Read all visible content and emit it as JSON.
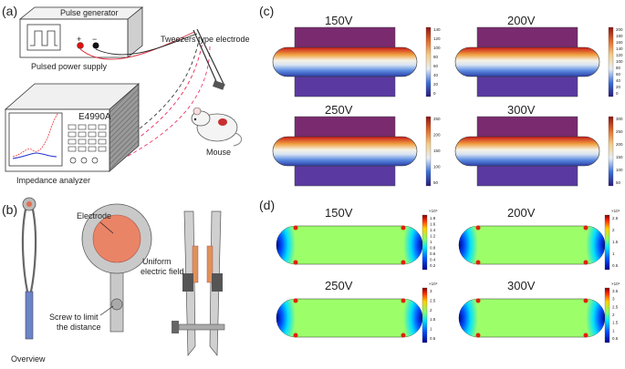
{
  "panels": {
    "a": "(a)",
    "b": "(b)",
    "c": "(c)",
    "d": "(d)"
  },
  "a": {
    "pulse_generator": "Pulse generator",
    "plus": "+",
    "minus": "−",
    "pulsed_power_supply": "Pulsed power supply",
    "tweezers": "Tweezers type electrode",
    "model": "E4990A",
    "impedance_analyzer": "Impedance analyzer",
    "mouse": "Mouse"
  },
  "b": {
    "electrode": "Electrode",
    "screw": "Screw to limit",
    "screw2": "the distance",
    "uniform1": "Uniform",
    "uniform2": "electric field",
    "overview": "Overview"
  },
  "c": {
    "voltages": [
      "150V",
      "200V",
      "250V",
      "300V"
    ],
    "colorbars": [
      {
        "ticks": [
          "140",
          "120",
          "100",
          "80",
          "60",
          "40",
          "20",
          "0"
        ]
      },
      {
        "ticks": [
          "200",
          "180",
          "160",
          "140",
          "120",
          "100",
          "80",
          "60",
          "40",
          "20",
          "0"
        ]
      },
      {
        "ticks": [
          "250",
          "200",
          "150",
          "100",
          "50"
        ]
      },
      {
        "ticks": [
          "300",
          "250",
          "200",
          "150",
          "100",
          "50"
        ]
      }
    ]
  },
  "d": {
    "voltages": [
      "150V",
      "200V",
      "250V",
      "300V"
    ],
    "colorbars": [
      {
        "exp": "×10⁴",
        "ticks": [
          "1.8",
          "1.6",
          "1.4",
          "1.2",
          "1",
          "0.8",
          "0.6",
          "0.4",
          "0.2"
        ]
      },
      {
        "exp": "×10⁴",
        "ticks": [
          "2.5",
          "2",
          "1.5",
          "1",
          "0.5"
        ]
      },
      {
        "exp": "×10⁴",
        "ticks": [
          "3",
          "2.5",
          "2",
          "1.5",
          "1",
          "0.5"
        ]
      },
      {
        "exp": "×10⁴",
        "ticks": [
          "3.5",
          "3",
          "2.5",
          "2",
          "1.5",
          "1",
          "0.5"
        ]
      }
    ]
  }
}
